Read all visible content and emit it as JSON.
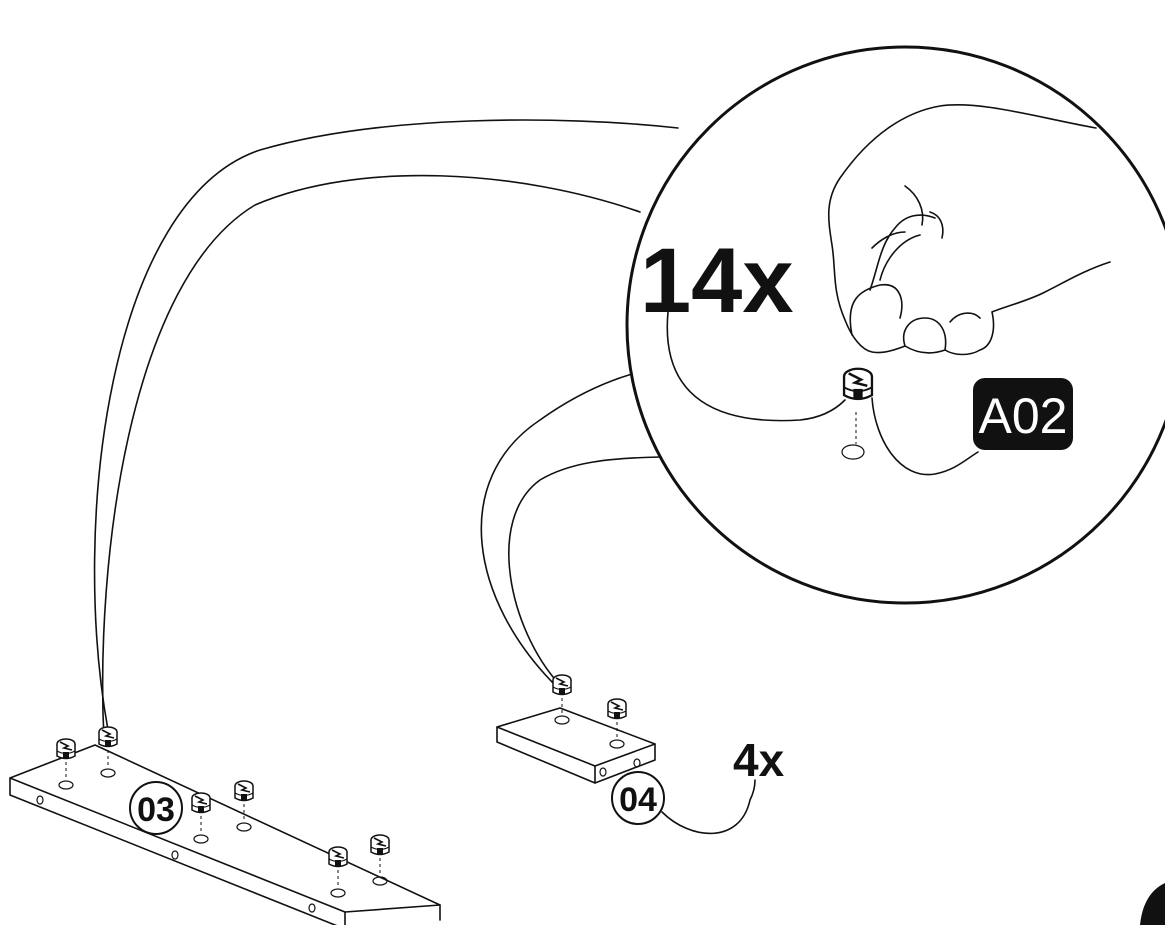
{
  "detail": {
    "quantity": "14x",
    "part_code": "A02",
    "accent": "#111111"
  },
  "panels": [
    {
      "label": "03"
    },
    {
      "label": "04",
      "quantity": "4x"
    }
  ],
  "icons": [
    "hand-icon",
    "cam-lock-nut-icon"
  ]
}
